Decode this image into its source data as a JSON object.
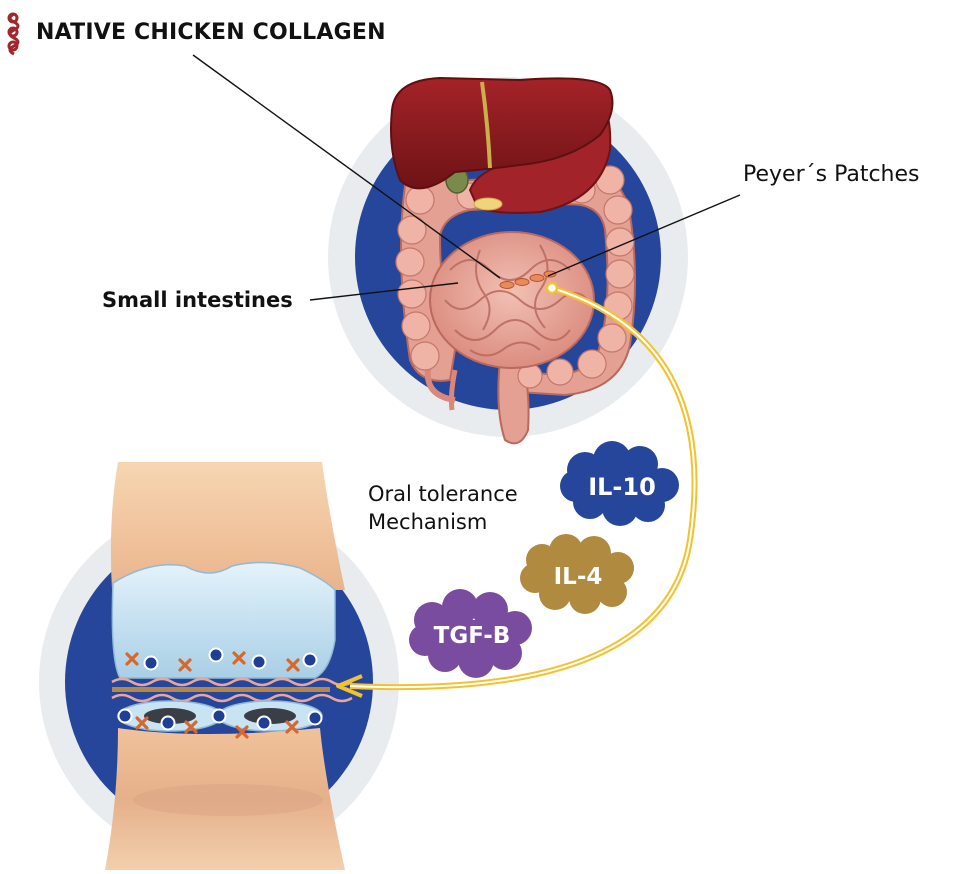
{
  "title": "NATIVE CHICKEN COLLAGEN",
  "labels": {
    "peyers_patches": "Peyer´s Patches",
    "small_intestines": "Small intestines",
    "oral_tolerance_line1": "Oral tolerance",
    "oral_tolerance_line2": "Mechanism"
  },
  "cytokines": {
    "il10": "IL-10",
    "il4": "IL-4",
    "tgfb": "TGF-B"
  },
  "colors": {
    "navy_disc": "#25469a",
    "halo": "#e9ecef",
    "arrow": "#f2c230",
    "il10": "#25469a",
    "il4": "#b08a3e",
    "tgfb": "#7a4ca0",
    "liver": "#8e1a1d",
    "intestine": "#e9a79b",
    "bone": "#f1c49e",
    "cartilage": "#c8e3f2",
    "marker_x": "#d7682c",
    "marker_dot": "#1f3f95",
    "logo": "#a0282c"
  },
  "icons": [
    "collagen-helix-icon"
  ]
}
